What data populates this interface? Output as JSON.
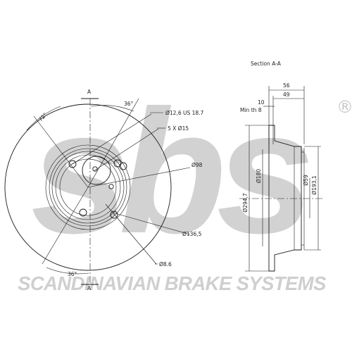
{
  "logo": {
    "text": "sbs",
    "registered": "®",
    "tagline": "SCANDINAVIAN BRAKE SYSTEMS",
    "color": "#c8c8c8"
  },
  "front_view": {
    "section_mark_top": "A",
    "section_mark_bottom": "A",
    "angle_top": "36°",
    "angle_bottom": "36°",
    "angle_left": "72°",
    "callouts": {
      "bolt_hole": "Ø12,6 US 18.7",
      "holes": "5 X Ø15",
      "center_bore": "Ø98",
      "pcd": "Ø136,5",
      "small_hole": "Ø8.6"
    }
  },
  "section_view": {
    "title": "Section A-A",
    "width_overall": "56",
    "width_hat": "49",
    "thickness": "10",
    "min_thickness": "Min th 8",
    "dia_outer": "Ø294,7",
    "dia_friction_inner": "Ø180",
    "dia_hub": "Ø59",
    "dia_hat": "Ø193,1"
  }
}
